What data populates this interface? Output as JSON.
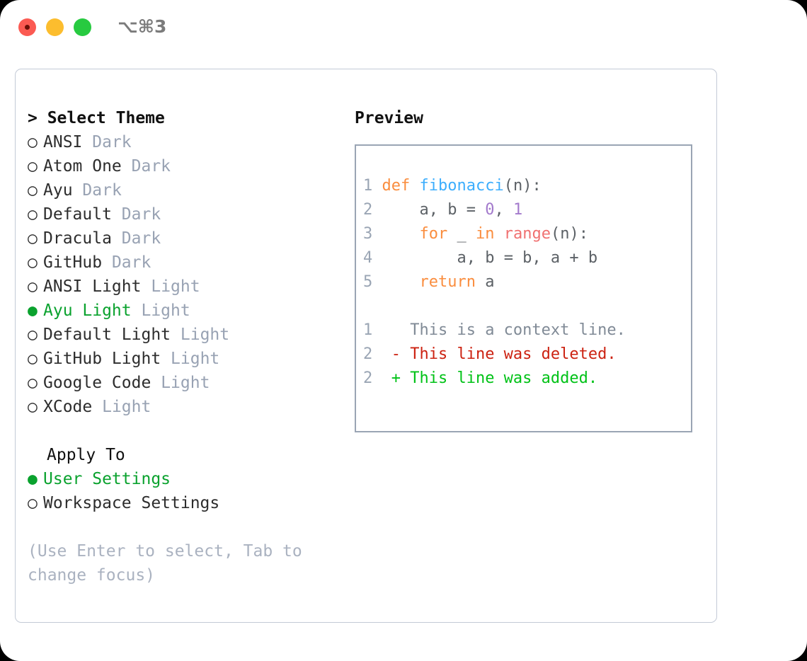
{
  "titlebar": {
    "shortcut": "⌥⌘3",
    "buttons": [
      {
        "name": "close",
        "color": "#fb5a52"
      },
      {
        "name": "minimize",
        "color": "#fcbd2e"
      },
      {
        "name": "zoom",
        "color": "#27ca40"
      }
    ]
  },
  "theme_picker": {
    "header": "> Select Theme",
    "items": [
      {
        "marker": "○",
        "label": "ANSI",
        "badge": "Dark",
        "selected": false
      },
      {
        "marker": "○",
        "label": "Atom One",
        "badge": "Dark",
        "selected": false
      },
      {
        "marker": "○",
        "label": "Ayu",
        "badge": "Dark",
        "selected": false
      },
      {
        "marker": "○",
        "label": "Default",
        "badge": "Dark",
        "selected": false
      },
      {
        "marker": "○",
        "label": "Dracula",
        "badge": "Dark",
        "selected": false
      },
      {
        "marker": "○",
        "label": "GitHub",
        "badge": "Dark",
        "selected": false
      },
      {
        "marker": "○",
        "label": "ANSI Light",
        "badge": "Light",
        "selected": false
      },
      {
        "marker": "●",
        "label": "Ayu Light",
        "badge": "Light",
        "selected": true
      },
      {
        "marker": "○",
        "label": "Default Light",
        "badge": "Light",
        "selected": false
      },
      {
        "marker": "○",
        "label": "GitHub Light",
        "badge": "Light",
        "selected": false
      },
      {
        "marker": "○",
        "label": "Google Code",
        "badge": "Light",
        "selected": false
      },
      {
        "marker": "○",
        "label": "XCode",
        "badge": "Light",
        "selected": false
      }
    ]
  },
  "apply_to": {
    "header": "Apply To",
    "items": [
      {
        "marker": "●",
        "label": "User Settings",
        "selected": true
      },
      {
        "marker": "○",
        "label": "Workspace Settings",
        "selected": false
      }
    ]
  },
  "hint": "(Use Enter to select, Tab to change focus)",
  "preview": {
    "header": "Preview",
    "code": [
      {
        "num": "1",
        "indent": "",
        "tokens": [
          {
            "t": "def",
            "c": "kw"
          },
          {
            "t": " ",
            "c": "pl"
          },
          {
            "t": "fibonacci",
            "c": "fn"
          },
          {
            "t": "(n):",
            "c": "pl"
          }
        ]
      },
      {
        "num": "2",
        "indent": "    ",
        "tokens": [
          {
            "t": "a, b = ",
            "c": "pl"
          },
          {
            "t": "0",
            "c": "num"
          },
          {
            "t": ", ",
            "c": "pl"
          },
          {
            "t": "1",
            "c": "num"
          }
        ]
      },
      {
        "num": "3",
        "indent": "    ",
        "tokens": [
          {
            "t": "for",
            "c": "kw"
          },
          {
            "t": " _ ",
            "c": "pl"
          },
          {
            "t": "in",
            "c": "kw"
          },
          {
            "t": " ",
            "c": "pl"
          },
          {
            "t": "range",
            "c": "bi"
          },
          {
            "t": "(n):",
            "c": "pl"
          }
        ]
      },
      {
        "num": "4",
        "indent": "        ",
        "tokens": [
          {
            "t": "a, b = b, a + b",
            "c": "pl"
          }
        ]
      },
      {
        "num": "5",
        "indent": "    ",
        "tokens": [
          {
            "t": "return",
            "c": "kw"
          },
          {
            "t": " a",
            "c": "pl"
          }
        ]
      }
    ],
    "diff": [
      {
        "num": "1",
        "sign": " ",
        "text": "This is a context line.",
        "kind": "ctx"
      },
      {
        "num": "2",
        "sign": "-",
        "text": "This line was deleted.",
        "kind": "del"
      },
      {
        "num": "2",
        "sign": "+",
        "text": "This line was added.",
        "kind": "add"
      }
    ]
  },
  "colors": {
    "accent_green": "#0aa22e",
    "badge_gray": "#98a2b3",
    "hint_gray": "#aab2c0",
    "panel_border": "#c3cad6",
    "preview_border": "#9aa5b4",
    "kw_orange": "#fa8d3e",
    "fn_blue": "#3daefd",
    "num_purple": "#a37acc",
    "builtin_red": "#f07171",
    "plain": "#5c6166",
    "diff_del": "#cc2211",
    "diff_add": "#00c217",
    "diff_ctx": "#808a96"
  }
}
